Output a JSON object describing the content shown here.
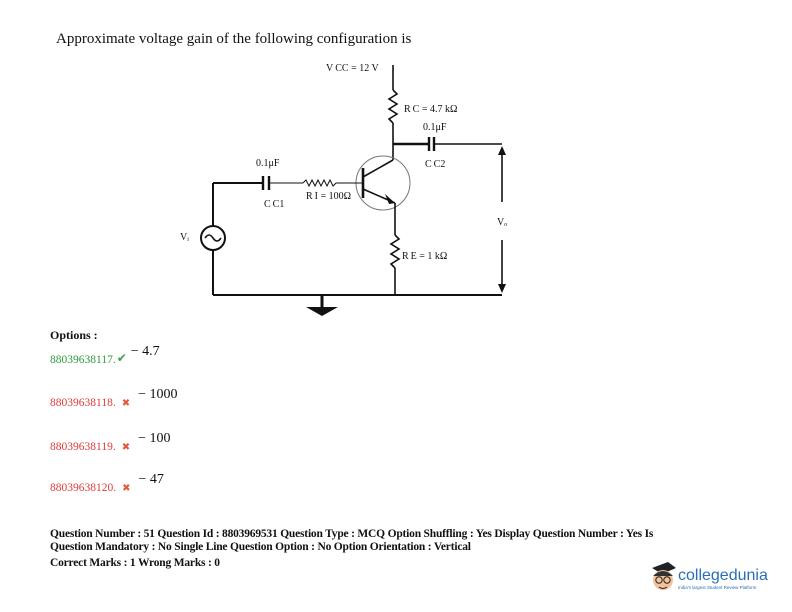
{
  "question": "Approximate voltage gain of the following configuration is",
  "circuit": {
    "vcc": "V CC = 12 V",
    "rc": "R C = 4.7 kΩ",
    "cc2_value": "0.1μF",
    "cc2": "C C2",
    "cc1_value": "0.1μF",
    "cc1": "C C1",
    "ri": "R I = 100Ω",
    "re": "R E = 1 kΩ",
    "vi": "Vᵢ",
    "vo": "Vₒ"
  },
  "options_label": "Options :",
  "options": [
    {
      "id": "88039638117.",
      "value": "− 4.7",
      "correct": true
    },
    {
      "id": "88039638118.",
      "value": "− 1000",
      "correct": false
    },
    {
      "id": "88039638119.",
      "value": "− 100",
      "correct": false
    },
    {
      "id": "88039638120.",
      "value": "− 47",
      "correct": false
    }
  ],
  "meta": {
    "line1": "Question Number : 51 Question Id : 8803969531 Question Type : MCQ Option Shuffling : Yes Display Question Number : Yes Is",
    "line2": "Question Mandatory : No Single Line Question Option : No Option Orientation : Vertical",
    "line3": "Correct Marks : 1 Wrong Marks : 0"
  },
  "logo": {
    "name": "collegedunia",
    "tagline": "India's largest Student Review Platform"
  },
  "colors": {
    "correct": "#2e9a3a",
    "wrong": "#e03a3a",
    "brand": "#2a6fb5"
  }
}
